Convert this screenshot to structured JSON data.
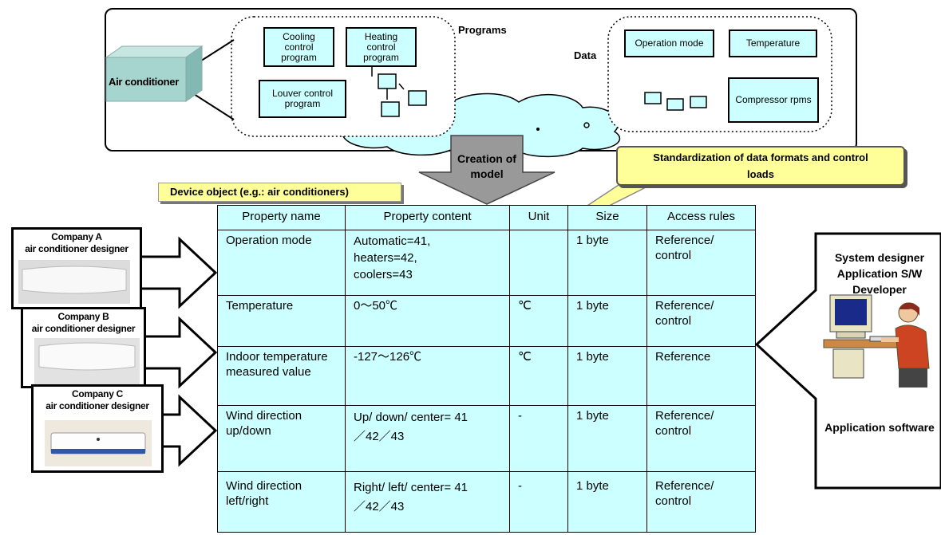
{
  "top": {
    "device_label": "Air conditioner",
    "programs_label": "Programs",
    "data_label": "Data",
    "programs": {
      "cooling": "Cooling control program",
      "heating": "Heating control program",
      "louver": "Louver control program"
    },
    "data_items": {
      "operation_mode": "Operation mode",
      "temperature": "Temperature",
      "compressor": "Compressor rpms"
    }
  },
  "arrow_label": "Creation of model",
  "callout": "Standardization of data formats and control loads",
  "device_object_label": "Device object (e.g.: air conditioners)",
  "table": {
    "headers": [
      "Property name",
      "Property content",
      "Unit",
      "Size",
      "Access rules"
    ],
    "rows": [
      [
        "Operation mode",
        "Automatic=41, heaters=42, coolers=43",
        "",
        "1 byte",
        "Reference/ control"
      ],
      [
        "Temperature",
        "0～50℃",
        "℃",
        "1 byte",
        "Reference/ control"
      ],
      [
        "Indoor temperature measured value",
        "-127～126℃",
        "℃",
        "1 byte",
        "Reference"
      ],
      [
        "Wind direction up/down",
        "Up/ down/ center= 41／42／43",
        "-",
        "1 byte",
        "Reference/ control"
      ],
      [
        "Wind direction left/right",
        "Right/ left/ center= 41／42／43",
        "-",
        "1 byte",
        "Reference/ control"
      ]
    ]
  },
  "companies": [
    {
      "name": "Company A",
      "role": "air conditioner designer"
    },
    {
      "name": "Company B",
      "role": "air conditioner designer"
    },
    {
      "name": "Company C",
      "role": "air conditioner designer"
    }
  ],
  "right_panel": {
    "designer": "System designer Application S/W Developer",
    "software": "Application software"
  },
  "colors": {
    "box_fill": "#ccffff",
    "arrow_fill": "#999999",
    "callout_fill": "#ffff99",
    "device_teal": "#a6d4cf"
  }
}
